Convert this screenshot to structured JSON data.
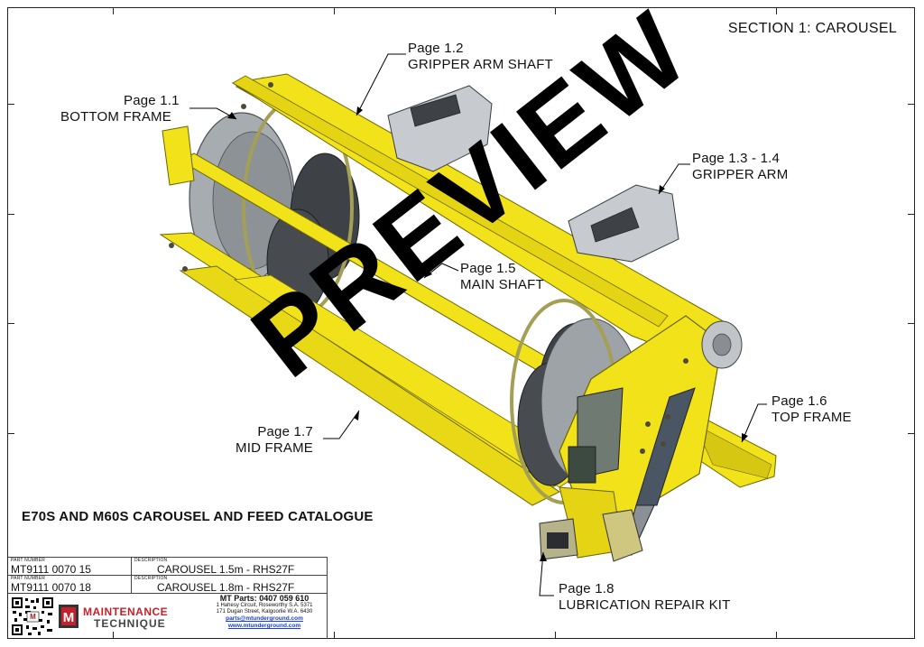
{
  "section_title": "SECTION 1: CAROUSEL",
  "catalogue_title": "E70S AND M60S CAROUSEL AND FEED CATALOGUE",
  "watermark": "PREVIEW",
  "callouts": {
    "bottom_frame": {
      "page": "Page 1.1",
      "name": "BOTTOM FRAME"
    },
    "gripper_arm_shaft": {
      "page": "Page 1.2",
      "name": "GRIPPER ARM SHAFT"
    },
    "gripper_arm": {
      "page": "Page 1.3 - 1.4",
      "name": "GRIPPER ARM"
    },
    "main_shaft": {
      "page": "Page 1.5",
      "name": "MAIN SHAFT"
    },
    "top_frame": {
      "page": "Page 1.6",
      "name": "TOP FRAME"
    },
    "mid_frame": {
      "page": "Page 1.7",
      "name": "MID FRAME"
    },
    "lubrication": {
      "page": "Page 1.8",
      "name": "LUBRICATION REPAIR KIT"
    }
  },
  "parts_table": {
    "part_number_header": "PART NUMBER",
    "description_header": "DESCRIPTION",
    "rows": [
      {
        "part_number": "MT9111 0070 15",
        "description": "CAROUSEL 1.5m - RHS27F"
      },
      {
        "part_number": "MT9111 0070 18",
        "description": "CAROUSEL 1.8m - RHS27F"
      }
    ]
  },
  "company": {
    "logo_line1": "MAINTENANCE",
    "logo_line2": "TECHNIQUE",
    "phone": "MT Parts: 0407 059 610",
    "address1": "1 Hahesy Circuit, Roseworthy S.A. 5371",
    "address2": "171 Dugan Street, Kalgoorlie W.A. 6430",
    "email": "parts@mtunderground.com",
    "website": "www.mtunderground.com"
  },
  "colors": {
    "frame_yellow": "#f2e21a",
    "frame_dark": "#a8a000",
    "steel_grey": "#9ea3a8",
    "dark_grey": "#3e4247",
    "link_blue": "#1a3fd4"
  }
}
